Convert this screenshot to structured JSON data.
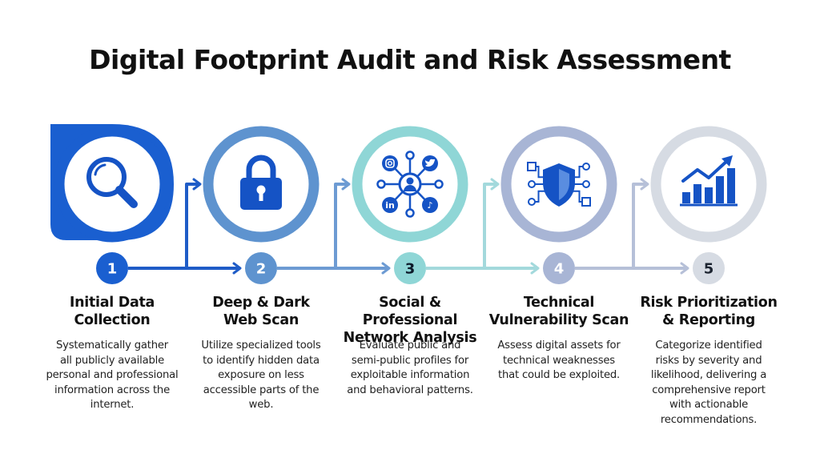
{
  "title": "Digital Footprint Audit and Risk Assessment",
  "steps": [
    {
      "number": "1",
      "title_lines": [
        "Initial Data",
        "Collection"
      ],
      "icon": "magnifier-icon",
      "description": [
        "Systematically gather",
        "all publicly available",
        "personal and professional",
        "information across the",
        "internet."
      ],
      "color": "#1a5fd0"
    },
    {
      "number": "2",
      "title_lines": [
        "Deep & Dark",
        "Web Scan"
      ],
      "icon": "padlock-icon",
      "description": [
        "Utilize specialized tools",
        "to identify hidden data",
        "exposure on less",
        "accessible parts of the",
        "web."
      ],
      "color": "#5e93cf"
    },
    {
      "number": "3",
      "title_lines": [
        "Social & Professional",
        "Network Analysis"
      ],
      "icon": "social-network-icon",
      "description": [
        "Evaluate public and",
        "semi-public profiles for",
        "exploitable information",
        "and behavioral patterns."
      ],
      "color": "#8fd6d6"
    },
    {
      "number": "4",
      "title_lines": [
        "Technical",
        "Vulnerability Scan"
      ],
      "icon": "shield-network-icon",
      "description": [
        "Assess digital assets for",
        "technical weaknesses",
        "that could be exploited."
      ],
      "color": "#a8b5d5"
    },
    {
      "number": "5",
      "title_lines": [
        "Risk Prioritization",
        "& Reporting"
      ],
      "icon": "growth-chart-icon",
      "description": [
        "Categorize identified",
        "risks by severity and",
        "likelihood, delivering a",
        "comprehensive report",
        "with actionable",
        "recommendations."
      ],
      "color": "#d6dbe3"
    }
  ],
  "social_labels": [
    "in",
    "♪"
  ]
}
